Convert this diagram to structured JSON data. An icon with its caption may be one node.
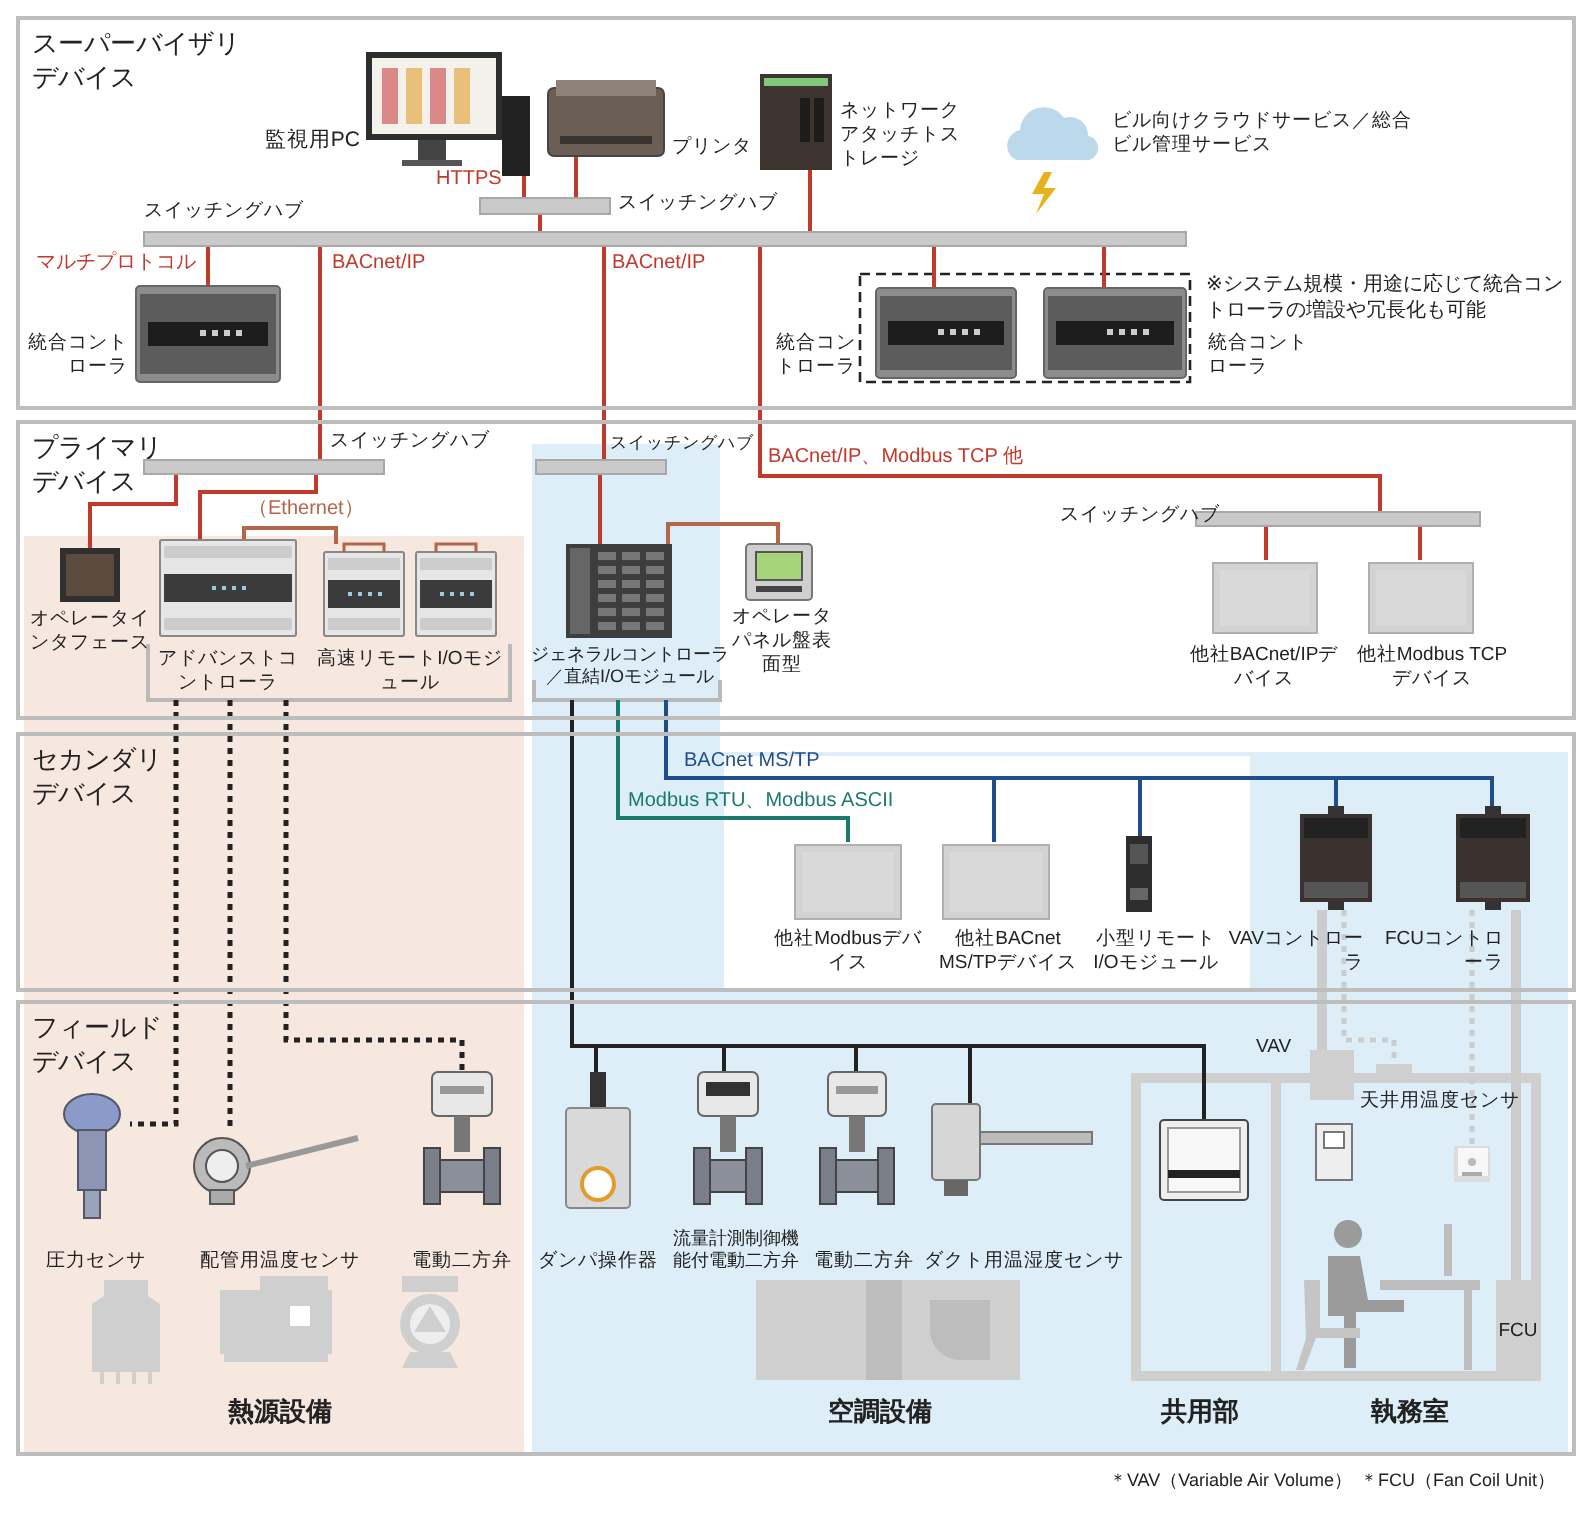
{
  "diagram": {
    "nodes": [
      {
        "text": [
          "スーパーバイザリデバイス"
        ]
      },
      {
        "text": [
          "プライマリデバイス"
        ]
      },
      {
        "text": [
          "セカンダリデバイス"
        ]
      },
      {
        "text": [
          "フィールドデバイス"
        ]
      },
      {
        "text": [
          "監視用PC"
        ],
        "in": 0
      },
      {
        "text": [
          "スイッチングハブ"
        ],
        "in": 0
      },
      {
        "text": [
          "プリンタ"
        ],
        "in": 0
      },
      {
        "text": [
          "ネットワークアタッチトストレージ"
        ],
        "in": 0
      },
      {
        "text": [
          "ビル向けクラウドサービス／総合ビル管理サービス"
        ],
        "in": 0
      },
      {
        "text": [
          "スイッチングハブ"
        ],
        "in": 0
      },
      {
        "text": [
          "統合コントローラ"
        ],
        "in": 0
      },
      {
        "text": [
          "統合コントローラ"
        ],
        "in": 0
      },
      {
        "text": [
          "統合コントローラ"
        ],
        "in": 0
      },
      {
        "text": [
          "スイッチングハブ"
        ],
        "in": 1
      },
      {
        "text": [
          "スイッチングハブ"
        ],
        "in": 1
      },
      {
        "text": [
          "オペレータインタフェース"
        ],
        "in": 1
      },
      {
        "text": [
          "アドバンストコントローラ"
        ],
        "in": 1
      },
      {
        "text": [
          "高速リモートI/Oモジュール"
        ],
        "in": 1
      },
      {
        "text": [
          "ジェネラルコントローラ／直結I/Oモジュール"
        ],
        "in": 1
      },
      {
        "text": [
          "オペレータパネル盤表面型"
        ],
        "in": 1
      },
      {
        "text": [
          "スイッチングハブ"
        ],
        "in": 1
      },
      {
        "text": [
          "他社BACnet/IPデバイス"
        ],
        "in": 1
      },
      {
        "text": [
          "他社Modbus TCPデバイス"
        ],
        "in": 1
      },
      {
        "text": [
          "他社Modbusデバイス"
        ],
        "in": 2
      },
      {
        "text": [
          "他社BACnet MS/TPデバイス"
        ],
        "in": 2
      },
      {
        "text": [
          "小型リモートI/Oモジュール"
        ],
        "in": 2
      },
      {
        "text": [
          "VAVコントローラ"
        ],
        "in": 2
      },
      {
        "text": [
          "FCUコントローラ"
        ],
        "in": 2
      },
      {
        "text": [
          "圧力センサ"
        ],
        "in": 3
      },
      {
        "text": [
          "配管用温度センサ"
        ],
        "in": 3
      },
      {
        "text": [
          "電動二方弁"
        ],
        "in": 3
      },
      {
        "text": [
          "ダンパ操作器"
        ],
        "in": 3
      },
      {
        "text": [
          "流量計測制御機能付電動二方弁"
        ],
        "in": 3
      },
      {
        "text": [
          "電動二方弁"
        ],
        "in": 3
      },
      {
        "text": [
          "ダクト用温湿度センサ"
        ],
        "in": 3
      },
      {
        "text": [],
        "shape": "picture",
        "in": 3
      },
      {
        "text": [],
        "shape": "picture",
        "in": 3
      },
      {
        "text": [
          "天井用温度センサ"
        ],
        "in": 3
      },
      {
        "text": [],
        "shape": "picture",
        "in": 3
      },
      {
        "text": [
          "VAV"
        ],
        "in": 3
      },
      {
        "text": [
          "FCU"
        ],
        "in": 3
      }
    ],
    "edges": [
      {
        "from": 4,
        "to": 5,
        "arrow": "none",
        "label": "HTTPS"
      },
      {
        "from": 6,
        "to": 5,
        "arrow": "none"
      },
      {
        "from": 5,
        "to": 9,
        "arrow": "none"
      },
      {
        "from": 7,
        "to": 9,
        "arrow": "none"
      },
      {
        "from": 10,
        "to": 9,
        "arrow": "none",
        "label": "マルチプロトコル"
      },
      {
        "from": 11,
        "to": 9,
        "arrow": "none"
      },
      {
        "from": 12,
        "to": 9,
        "arrow": "none"
      },
      {
        "from": 9,
        "to": 13,
        "arrow": "none",
        "label": "BACnet/IP"
      },
      {
        "from": 9,
        "to": 14,
        "arrow": "none",
        "label": "BACnet/IP"
      },
      {
        "from": 9,
        "to": 20,
        "arrow": "none",
        "label": "BACnet/IP、Modbus TCP 他"
      },
      {
        "from": 13,
        "to": 15,
        "arrow": "none"
      },
      {
        "from": 13,
        "to": 16,
        "arrow": "none"
      },
      {
        "from": 16,
        "to": 17,
        "arrow": "none",
        "label": "（Ethernet）",
        "color": "#b5654a"
      },
      {
        "from": 14,
        "to": 18,
        "arrow": "none"
      },
      {
        "from": 18,
        "to": 19,
        "arrow": "none",
        "color": "#b5654a"
      },
      {
        "from": 20,
        "to": 21,
        "arrow": "none"
      },
      {
        "from": 20,
        "to": 22,
        "arrow": "none"
      },
      {
        "from": 18,
        "to": 24,
        "arrow": "none",
        "label": "BACnet MS/TP",
        "color": "#1f4e8c"
      },
      {
        "from": 18,
        "to": 25,
        "arrow": "none",
        "color": "#1f4e8c"
      },
      {
        "from": 18,
        "to": 26,
        "arrow": "none",
        "color": "#1f4e8c"
      },
      {
        "from": 18,
        "to": 27,
        "arrow": "none",
        "color": "#1f4e8c"
      },
      {
        "from": 18,
        "to": 23,
        "arrow": "none",
        "label": "Modbus RTU、Modbus ASCII",
        "color": "#1b7a6b"
      },
      {
        "from": 18,
        "to": 31,
        "arrow": "none",
        "color": "#222222"
      },
      {
        "from": 18,
        "to": 32,
        "arrow": "none",
        "color": "#222222"
      },
      {
        "from": 18,
        "to": 33,
        "arrow": "none",
        "color": "#222222"
      },
      {
        "from": 18,
        "to": 34,
        "arrow": "none",
        "color": "#222222"
      },
      {
        "from": 18,
        "to": 35,
        "arrow": "none",
        "color": "#222222"
      },
      {
        "from": 16,
        "to": 28,
        "arrow": "none",
        "style": "dashed",
        "color": "#222222"
      },
      {
        "from": 16,
        "to": 29,
        "arrow": "none",
        "style": "dashed",
        "color": "#222222"
      },
      {
        "from": 16,
        "to": 30,
        "arrow": "none",
        "style": "dashed",
        "color": "#222222"
      },
      {
        "from": 26,
        "to": 39,
        "arrow": "none",
        "style": "thick",
        "color": "#cccccc"
      },
      {
        "from": 26,
        "to": 37,
        "arrow": "none",
        "style": "dashed",
        "color": "#cccccc"
      },
      {
        "from": 27,
        "to": 38,
        "arrow": "none",
        "style": "dashed",
        "color": "#cccccc"
      },
      {
        "from": 27,
        "to": 40,
        "arrow": "none",
        "style": "thick",
        "color": "#cccccc"
      }
    ],
    "labels": [
      "※システム規模・用途に応じて統合コントローラの増設や冗長化も可能",
      "熱源設備",
      "空調設備",
      "共用部",
      "執務室",
      "＊VAV（Variable Air Volume）",
      "＊FCU（Fan Coil Unit）"
    ]
  }
}
